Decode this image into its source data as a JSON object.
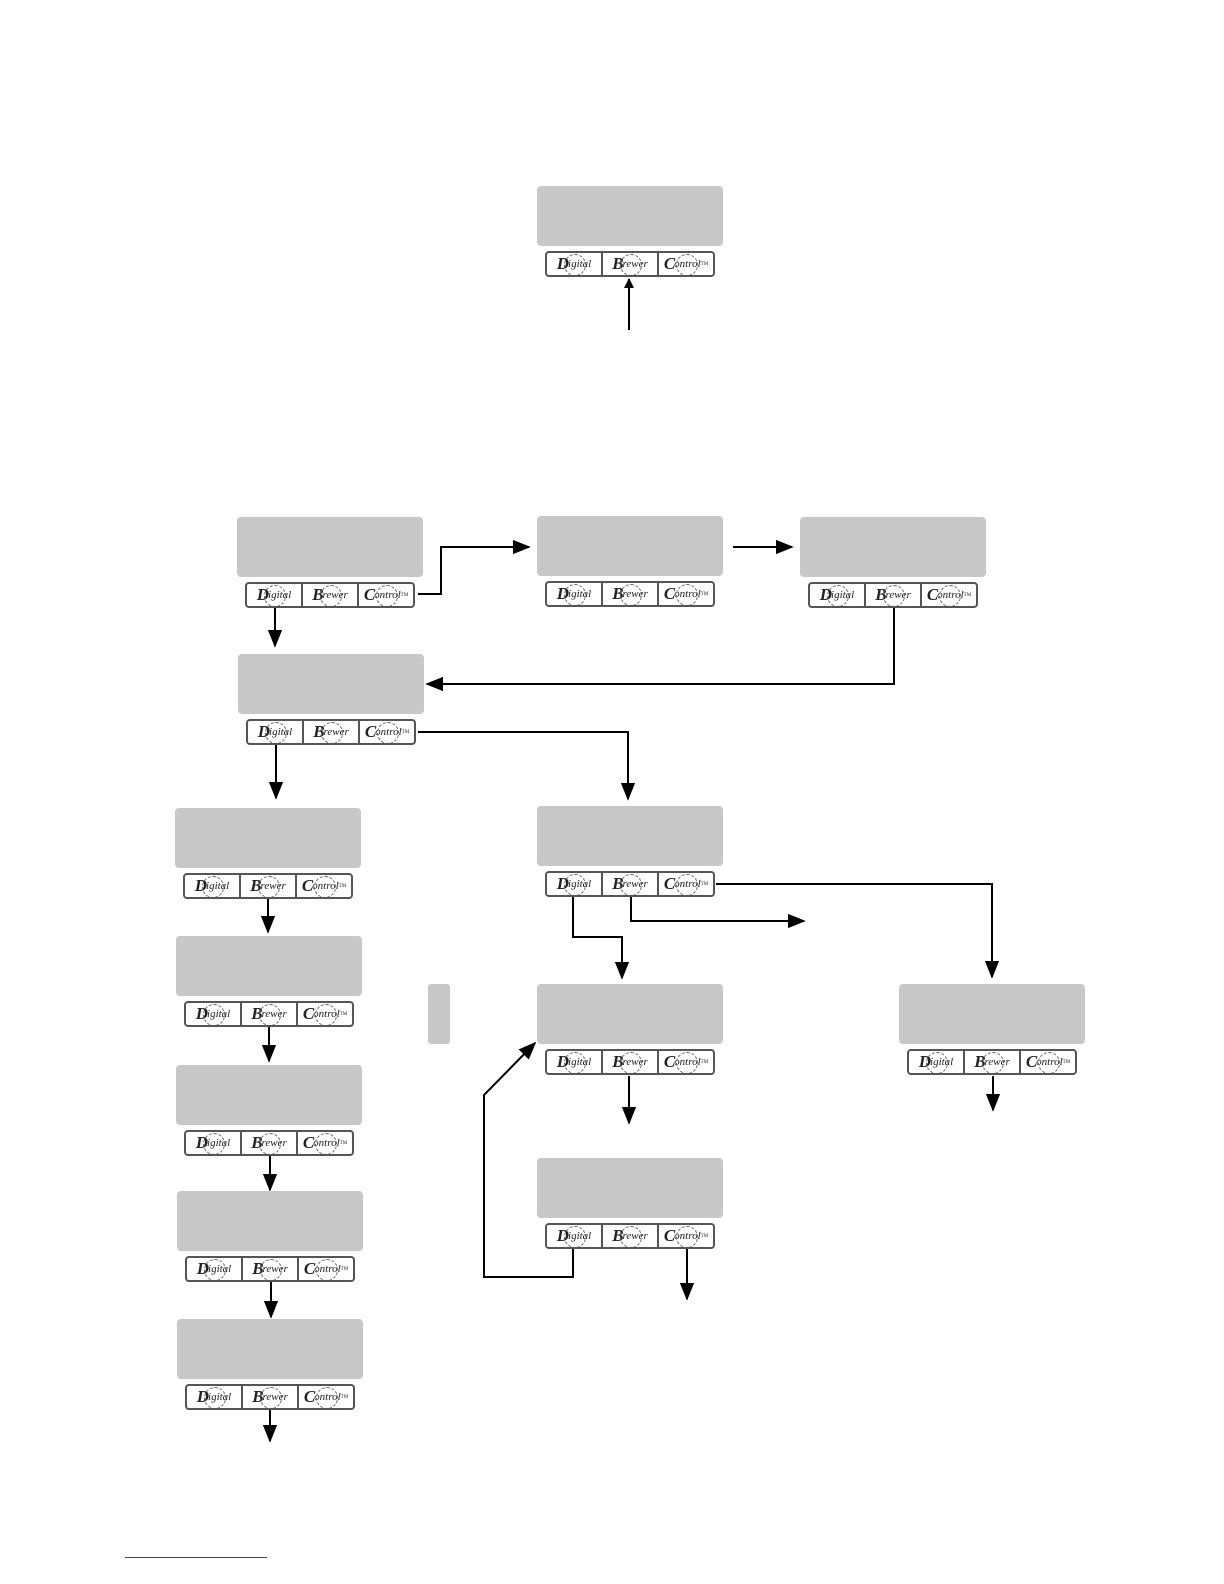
{
  "keypad": {
    "key1": {
      "cap": "D",
      "rest": "igital"
    },
    "key2": {
      "cap": "B",
      "rest": "rewer"
    },
    "key3": {
      "cap": "C",
      "rest": "ontrol",
      "mark": "TM"
    }
  },
  "colors": {
    "screen": "#c8c8c8",
    "border": "#555555",
    "arrow": "#000000",
    "footer_rule": "#1a3cc8"
  }
}
